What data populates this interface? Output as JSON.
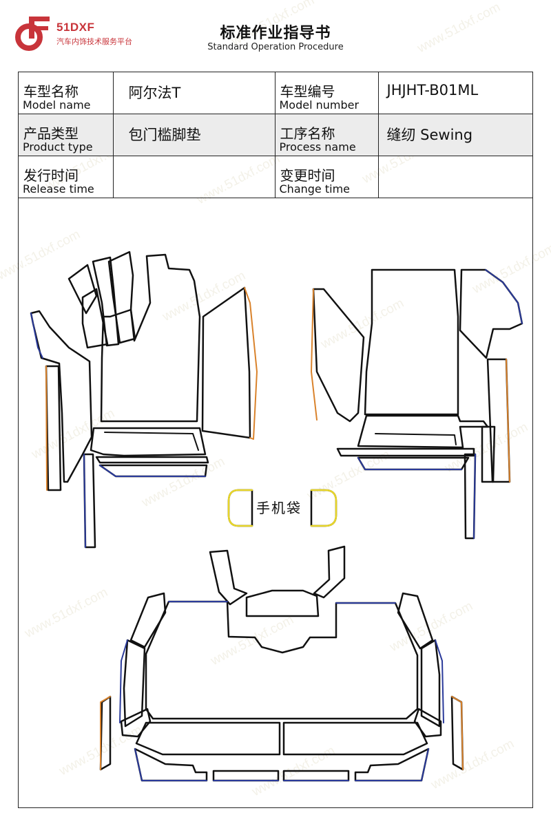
{
  "logo": {
    "brand": "51DXF",
    "slogan": "汽车内饰技术服务平台"
  },
  "header": {
    "title": "标准作业指导书",
    "subtitle": "Standard Operation Procedure"
  },
  "info": {
    "model_name_cn": "车型名称",
    "model_name_en": "Model name",
    "model_name_value": "阿尔法T",
    "model_number_cn": "车型编号",
    "model_number_en": "Model number",
    "model_number_value": "JHJHT-B01ML",
    "product_type_cn": "产品类型",
    "product_type_en": "Product type",
    "product_type_value": "包门槛脚垫",
    "process_name_cn": "工序名称",
    "process_name_en": "Process name",
    "process_name_value": "缝纫 Sewing",
    "release_time_cn": "发行时间",
    "release_time_en": "Release time",
    "release_time_value": "",
    "change_time_cn": "变更时间",
    "change_time_en": "Change time",
    "change_time_value": ""
  },
  "drawing": {
    "pocket_label": "手机袋"
  },
  "watermark": "www.51dxf.com",
  "colors": {
    "brand": "#c8343a",
    "edge_blue": "#2a3a9a",
    "edge_orange": "#d9822b",
    "edge_yellow": "#e8d62a"
  }
}
